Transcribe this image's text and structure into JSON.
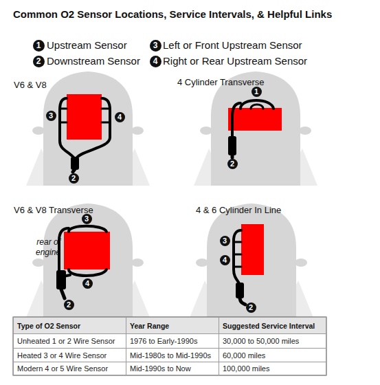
{
  "diagram": {
    "title": "Common O2 Sensor Locations, Service Intervals, & Helpful Links",
    "labels": [
      "1",
      "2",
      "3",
      "4",
      "V6 & V8",
      "3",
      "4",
      "2",
      "4 Cylinder Transverse",
      "1",
      "2",
      "V6 & V8 Transverse",
      "rear of engine",
      "3",
      "4",
      "2",
      "4 & 6 Cylinder In Line",
      "3",
      "4",
      "2",
      "Type of O2 Sensor",
      "Year Range",
      "Suggested Service Interval",
      "Unheated 1 or 2 Wire Sensor",
      "1976 to Early-1990s",
      "30,000 to 50,000 miles",
      "Heated 3 or 4 Wire Sensor",
      "Mid-1980s to Mid-1990s",
      "60,000 miles",
      "Modern 4 or 5 Wire Sensor",
      "Mid-1990s to Now",
      "100,000 miles"
    ],
    "legend": [
      {
        "text": "Upstream Sensor"
      },
      {
        "text": "Downstream Sensor"
      },
      {
        "text": "Left or Front Upstream Sensor"
      },
      {
        "text": "Right or Rear Upstream Sensor"
      }
    ]
  }
}
